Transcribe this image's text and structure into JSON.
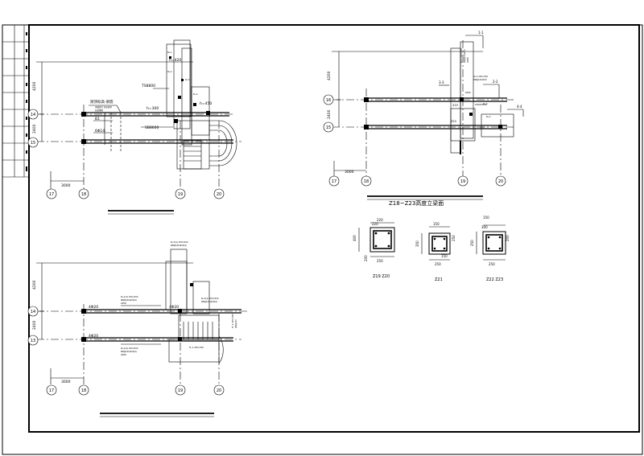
{
  "drawing": {
    "title_block": {
      "cells": [
        "",
        "",
        "",
        "",
        "",
        "",
        "",
        "",
        ""
      ]
    },
    "plan_top_left": {
      "dims": {
        "span_left": "3000",
        "span_vertical_upper": "4200",
        "span_vertical_lower": "2400"
      },
      "beam_tags": [
        "TS8800",
        "SB8600",
        "h=450",
        "h=300",
        "h=420"
      ],
      "axes": [
        "17",
        "18",
        "19",
        "20",
        "14",
        "15"
      ]
    },
    "plan_bottom_left": {
      "dims": {
        "span_left": "3000",
        "span_vertical_upper": "4200",
        "span_vertical_lower": "2400"
      },
      "axes": [
        "17",
        "18",
        "19",
        "20",
        "14",
        "13"
      ]
    },
    "plan_top_right": {
      "dims": {
        "span_left": "3000",
        "span_vertical_upper": "4200",
        "span_vertical_lower": "2400"
      },
      "section_marks": [
        "1-1",
        "2-2",
        "3-3",
        "4-4"
      ],
      "axes": [
        "17",
        "18",
        "19",
        "20",
        "16",
        "15"
      ]
    },
    "column_title": "Z18~Z23高度立梁面",
    "columns": [
      {
        "caption": "Z19  Z20",
        "dims": [
          "220",
          "220",
          "250",
          "400",
          "200"
        ]
      },
      {
        "caption": "Z21",
        "dims": [
          "150",
          "150",
          "250",
          "350",
          "250"
        ]
      },
      {
        "caption": "Z22  Z23",
        "dims": [
          "150",
          "300",
          "250",
          "250",
          "200"
        ]
      }
    ]
  }
}
